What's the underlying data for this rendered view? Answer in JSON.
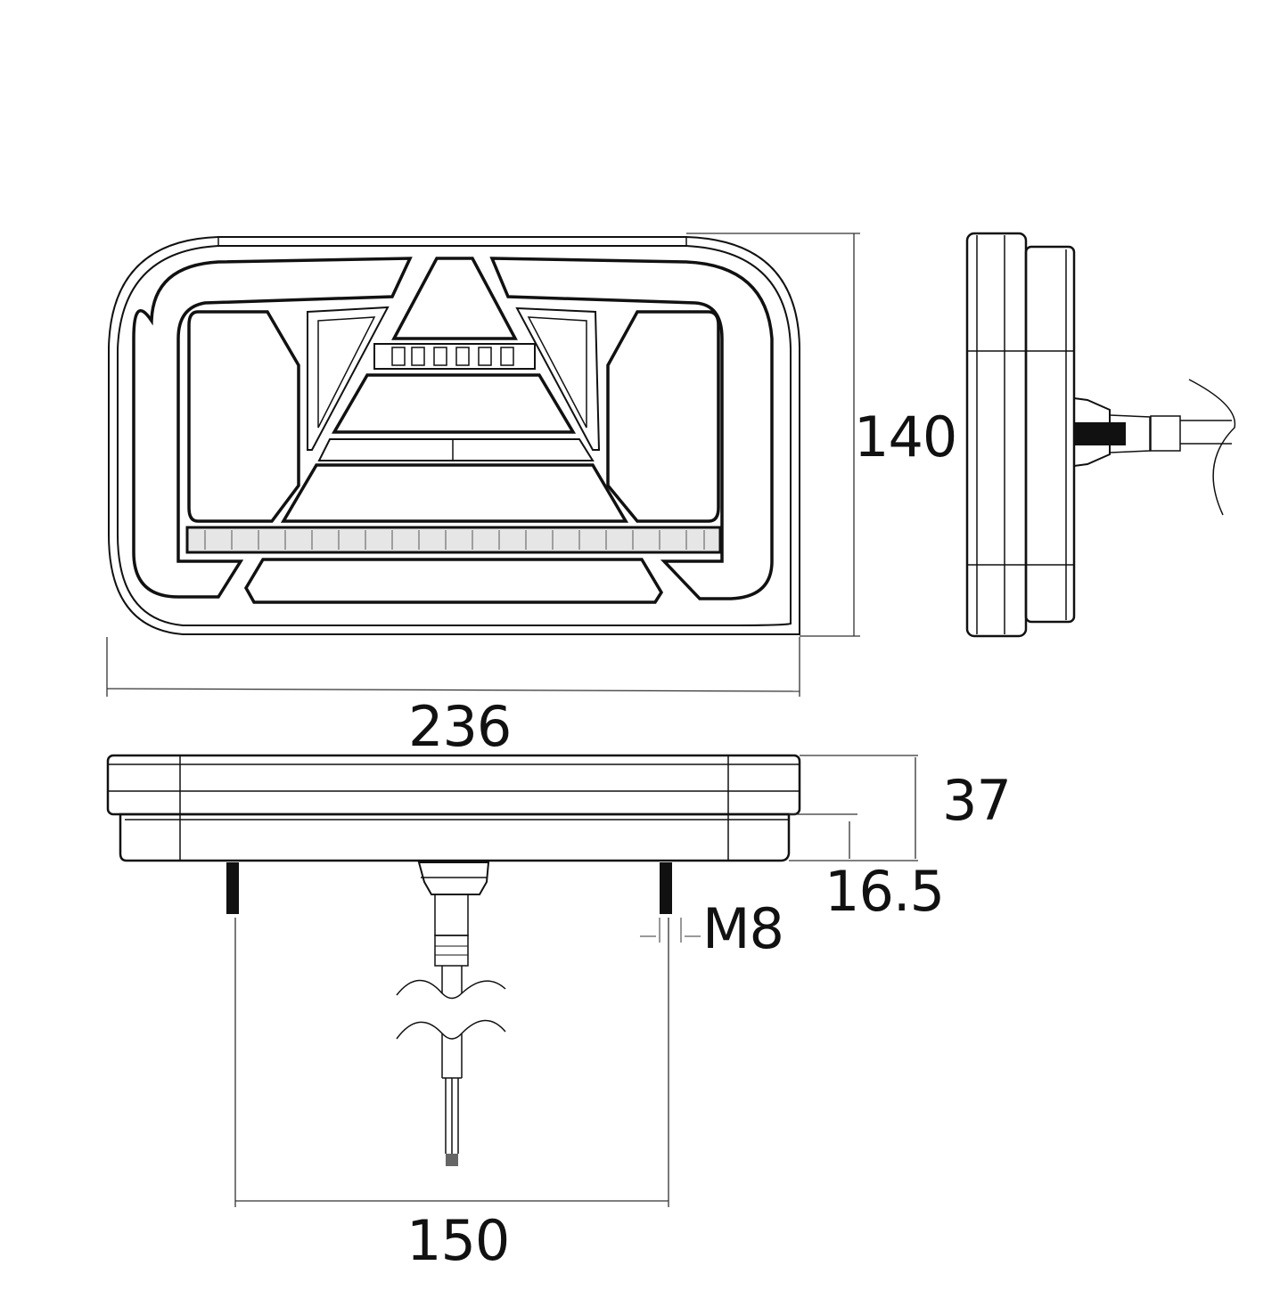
{
  "diagram": {
    "subject": "LED trailer rear lamp technical drawing",
    "views": [
      "front view",
      "side view",
      "bottom view"
    ],
    "dimensions": {
      "width": "236",
      "height": "140",
      "depth_total": "37",
      "depth_base": "16.5",
      "thread": "M8",
      "stud_spacing": "150"
    }
  }
}
